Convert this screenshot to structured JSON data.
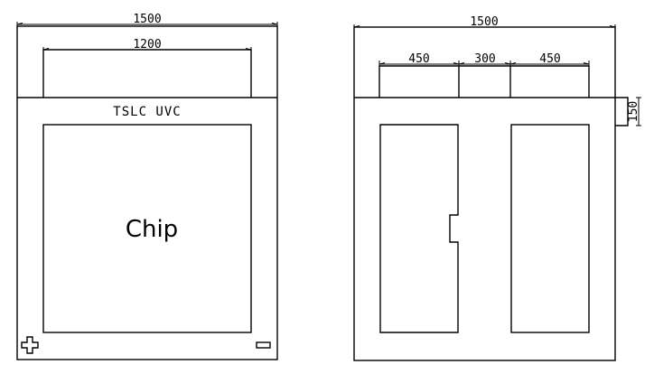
{
  "left_drawing": {
    "outer_width_dim": "1500",
    "inner_width_dim": "1200",
    "top_label": "TSLC UVC",
    "chip_label": "Chip",
    "plus_symbol": "plus-icon",
    "minus_symbol": "minus-icon"
  },
  "right_drawing": {
    "outer_width_dim": "1500",
    "left_opening_dim": "450",
    "gap_dim": "300",
    "right_opening_dim": "450",
    "side_height_dim": "150"
  }
}
